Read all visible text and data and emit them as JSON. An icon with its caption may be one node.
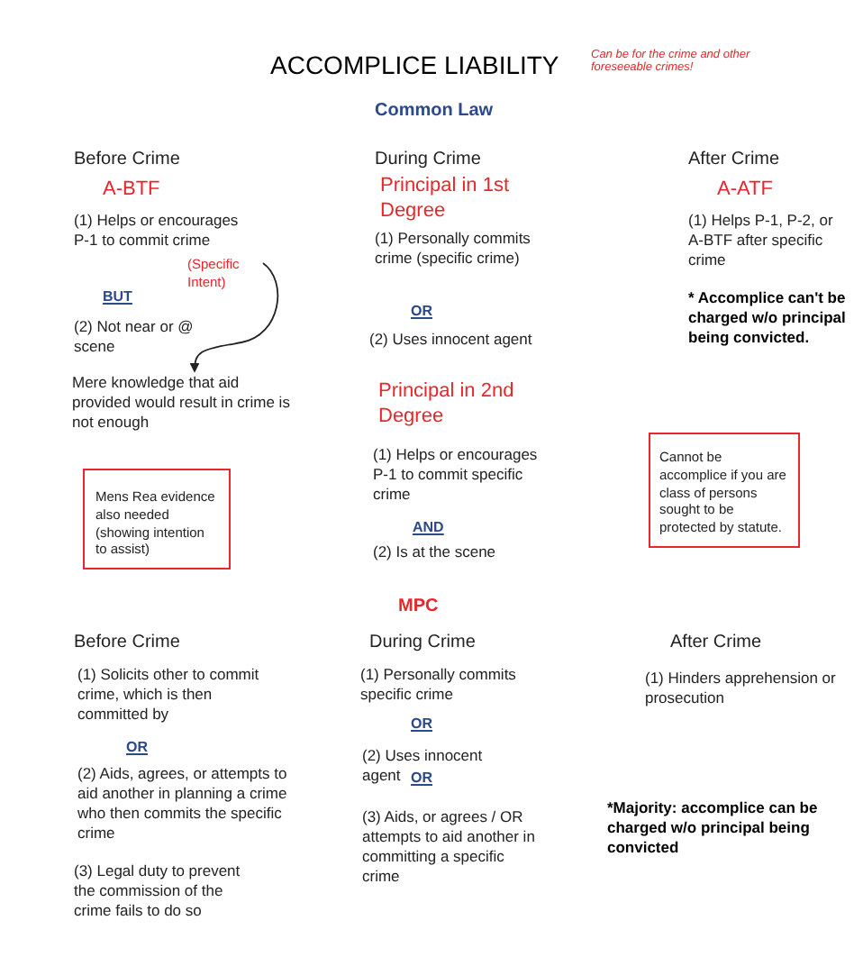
{
  "diagram": {
    "title": "ACCOMPLICE LIABILITY",
    "nodes": [
      {
        "text": [
          "(Specific Intent)"
        ]
      },
      {
        "text": [
          "Mere knowledge that aid provided would result in crime is not enough"
        ]
      },
      {
        "text": [
          "Mens Rea evidence also needed (showing intention to assist)"
        ]
      },
      {
        "text": [
          "Cannot be accomplice if you are class of persons sought to be protected by statute."
        ]
      }
    ],
    "edges": [
      {
        "from": 0,
        "to": 1,
        "arrow": "to"
      }
    ],
    "labels": [
      "Can be for the crime and other foreseeable crimes!",
      "Common Law",
      "Before Crime",
      "During Crime",
      "After Crime",
      "A-BTF",
      "Principal in 1st Degree",
      "A-ATF",
      "(1) Helps or encourages P-1 to commit crime",
      "(1) Personally commits crime (specific crime)",
      "(1) Helps P-1, P-2, or A-BTF after specific crime",
      "BUT",
      "OR",
      "* Accomplice can't be charged w/o principal being convicted.",
      "(2) Not near or @ scene",
      "(2) Uses innocent agent",
      "Principal in 2nd Degree",
      "(1) Helps or encourages P-1 to commit specific crime",
      "AND",
      "(2) Is at the scene",
      "MPC",
      "Before Crime",
      "During Crime",
      "After Crime",
      "(1) Solicits other to commit crime, which is then committed by",
      "(1) Personally commits specific crime",
      "(1) Hinders apprehension or prosecution",
      "OR",
      "OR",
      "(2) Uses innocent agent",
      "OR",
      "(2) Aids, agrees, or attempts to aid another in planning a crime who then commits the specific crime",
      "(3) Aids, or agrees / OR attempts to aid another in committing a specific crime",
      "*Majority: accomplice can be charged w/o principal being convicted",
      "(3) Legal duty to prevent the commission of the crime fails to do so"
    ]
  }
}
